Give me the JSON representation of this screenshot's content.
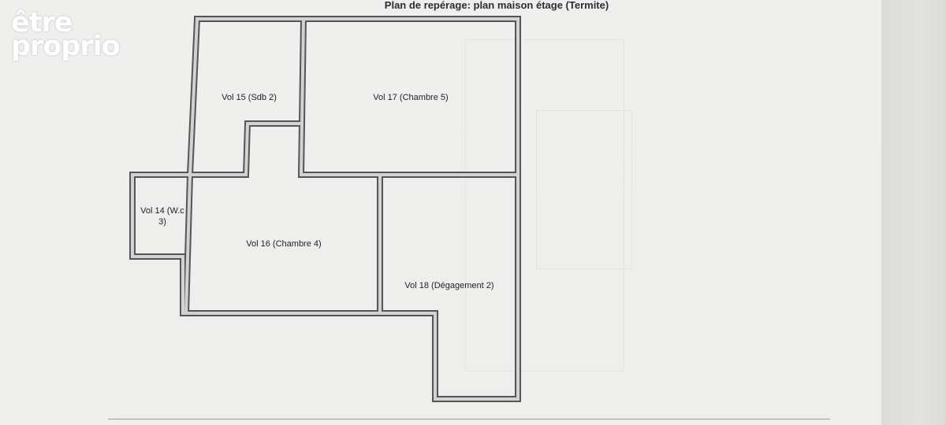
{
  "logo": {
    "line1": "être",
    "line2": "proprio"
  },
  "title": "Plan de repérage: plan maison étage (Termite)",
  "rooms": [
    {
      "id": "vol14",
      "line1": "Vol 14 (W.c",
      "line2": "3)"
    },
    {
      "id": "vol15",
      "label": "Vol 15 (Sdb 2)"
    },
    {
      "id": "vol16",
      "label": "Vol 16 (Chambre 4)"
    },
    {
      "id": "vol17",
      "label": "Vol 17 (Chambre 5)"
    },
    {
      "id": "vol18",
      "label": "Vol 18 (Dégagement 2)"
    }
  ],
  "colors": {
    "wall": "#5a5a5a",
    "wall_fill": "#d4d4d2",
    "paper": "#eeeeec"
  }
}
